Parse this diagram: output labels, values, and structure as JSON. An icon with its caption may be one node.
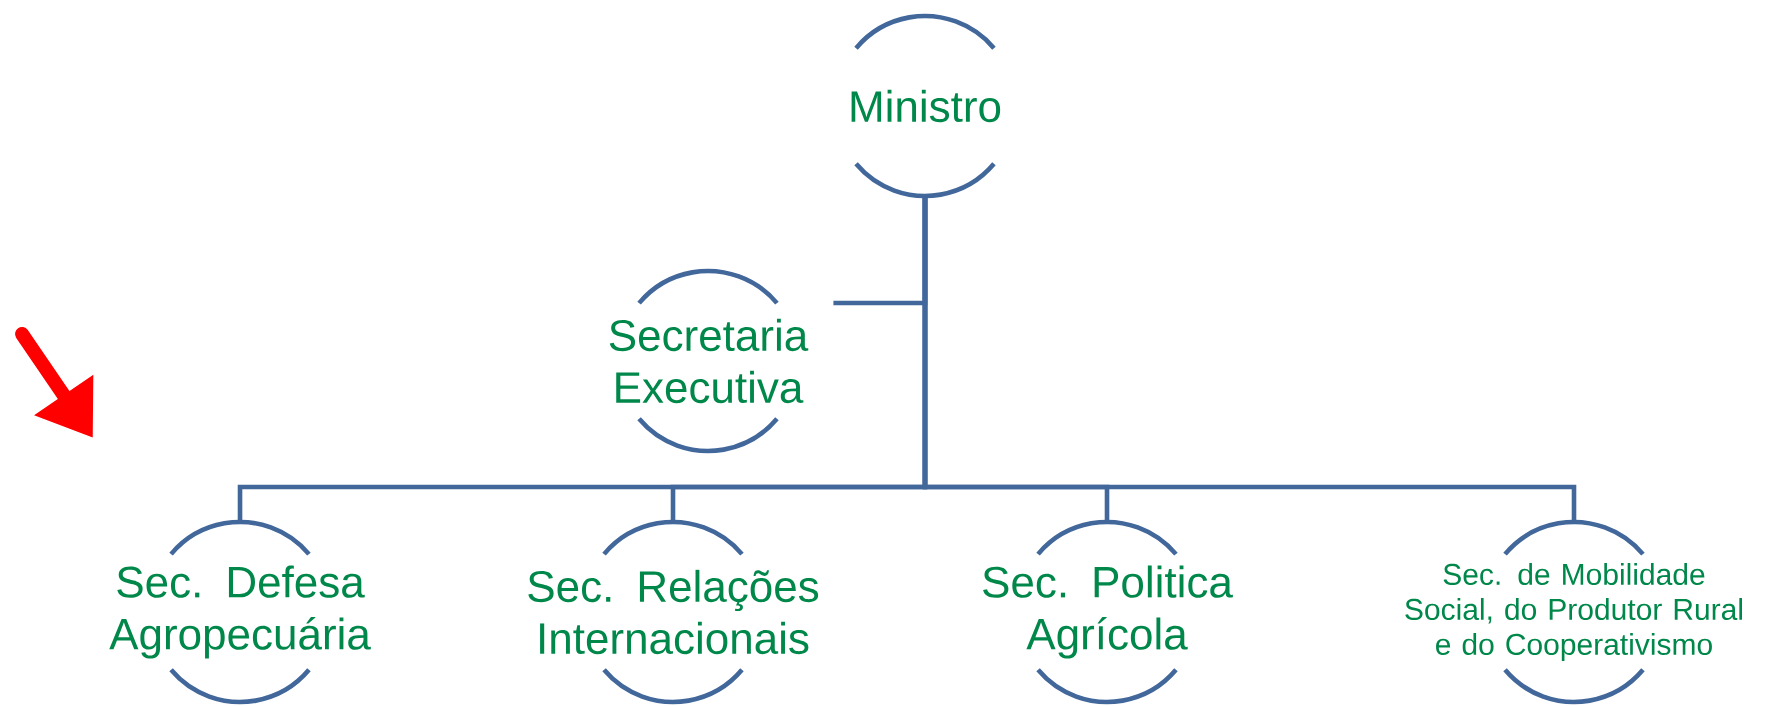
{
  "diagram": {
    "nodes": [
      {
        "text": [
          "Ministro"
        ]
      },
      {
        "text": [
          "Secretaria Executiva"
        ]
      },
      {
        "text": [
          "Sec. Defesa Agropecuária"
        ]
      },
      {
        "text": [
          "Sec. Relações Internacionais"
        ]
      },
      {
        "text": [
          "Sec. Politica Agrícola"
        ]
      },
      {
        "text": [
          "Sec.  de Mobilidade Social, do Produtor Rural e do Cooperativismo"
        ]
      }
    ],
    "edges": [
      {
        "from": 0,
        "to": 1,
        "arrow": "none"
      },
      {
        "from": 0,
        "to": 2,
        "arrow": "none"
      },
      {
        "from": 0,
        "to": 3,
        "arrow": "none"
      },
      {
        "from": 0,
        "to": 4,
        "arrow": "none"
      },
      {
        "from": 0,
        "to": 5,
        "arrow": "none"
      }
    ]
  }
}
